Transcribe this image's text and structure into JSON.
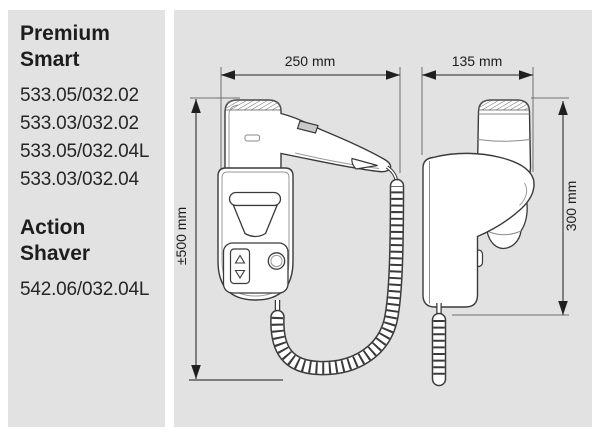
{
  "left_panel": {
    "sections": [
      {
        "title": "Premium Smart",
        "models": [
          "533.05/032.02",
          "533.03/032.02",
          "533.05/032.04L",
          "533.03/032.04"
        ]
      },
      {
        "title": "Action Shaver",
        "models": [
          "542.06/032.04L"
        ]
      }
    ]
  },
  "diagram": {
    "type": "technical-dimension-drawing",
    "subject": "wall-mounted hair dryer with holder, front and side views",
    "views": [
      {
        "name": "front view",
        "labels": {
          "width": "250 mm",
          "mount_height": "±500 mm"
        }
      },
      {
        "name": "side view",
        "labels": {
          "depth": "135 mm",
          "height": "300 mm"
        }
      }
    ]
  },
  "colors": {
    "panel_bg": "#e2e2e2",
    "line_art": "#3a3a3a",
    "dim_line": "#4a4a4a",
    "arrow": "#1f1f1f",
    "text": "#1d1d1d"
  }
}
